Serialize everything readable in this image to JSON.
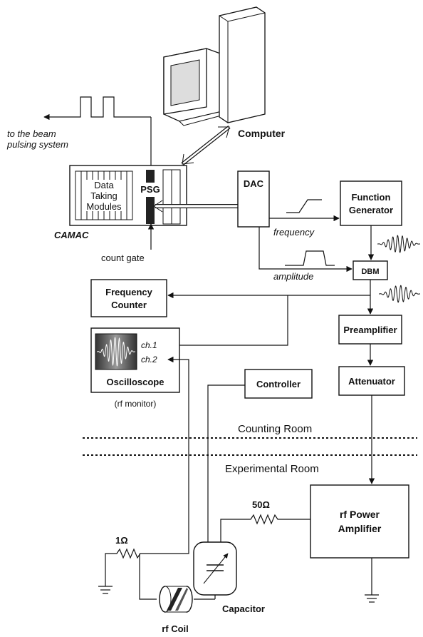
{
  "labels": {
    "computer": "Computer",
    "beam_1": "to the beam",
    "beam_2": "pulsing system",
    "data_1": "Data",
    "data_2": "Taking",
    "data_3": "Modules",
    "psg": "PSG",
    "camac": "CAMAC",
    "count_gate": "count gate",
    "dac": "DAC",
    "frequency": "frequency",
    "amplitude": "amplitude",
    "fg_1": "Function",
    "fg_2": "Generator",
    "dbm": "DBM",
    "fc_1": "Frequency",
    "fc_2": "Counter",
    "ch1": "ch.1",
    "ch2": "ch.2",
    "oscilloscope": "Oscilloscope",
    "rf_monitor": "(rf monitor)",
    "preamplifier": "Preamplifier",
    "controller": "Controller",
    "attenuator": "Attenuator",
    "counting_room": "Counting Room",
    "experimental_room": "Experimental Room",
    "r1": "1Ω",
    "r50": "50Ω",
    "rfpa_1": "rf Power",
    "rfpa_2": "Amplifier",
    "capacitor": "Capacitor",
    "rf_coil": "rf Coil"
  }
}
